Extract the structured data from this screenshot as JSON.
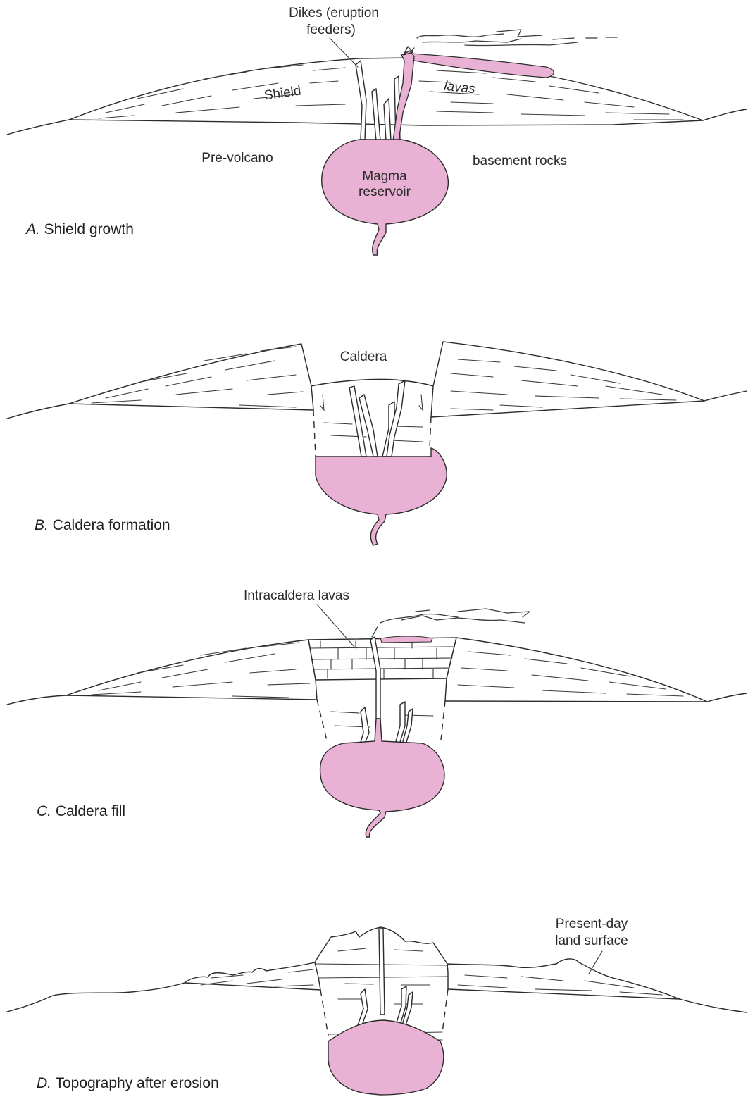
{
  "colors": {
    "magma": "#e9b2d4",
    "line": "#2b2b2b",
    "background": "#ffffff"
  },
  "panel_a": {
    "caption_letter": "A.",
    "caption_text": " Shield growth",
    "label_dikes_line1": "Dikes (eruption",
    "label_dikes_line2": "feeders)",
    "label_shield": "Shield",
    "label_lavas": "lavas",
    "label_prevolcano": "Pre-volcano",
    "label_basement": "basement rocks",
    "label_magma_line1": "Magma",
    "label_magma_line2": "reservoir"
  },
  "panel_b": {
    "caption_letter": "B.",
    "caption_text": " Caldera formation",
    "label_caldera": "Caldera"
  },
  "panel_c": {
    "caption_letter": "C.",
    "caption_text": " Caldera fill",
    "label_intracaldera": "Intracaldera lavas"
  },
  "panel_d": {
    "caption_letter": "D.",
    "caption_text": " Topography after erosion",
    "label_surface_line1": "Present-day",
    "label_surface_line2": "land surface"
  }
}
